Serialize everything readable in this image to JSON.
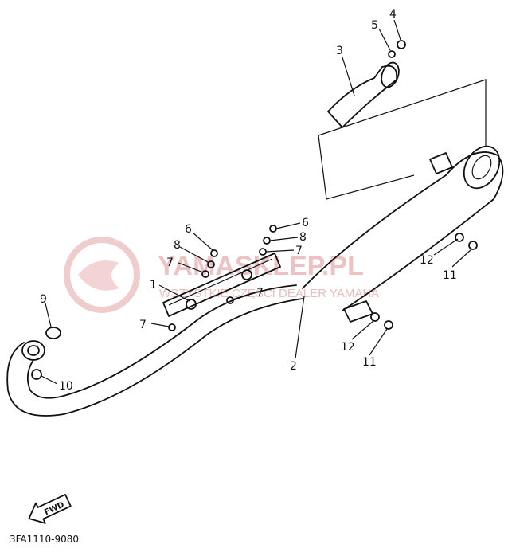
{
  "watermark": {
    "brand": "YAMASKLEP.PL",
    "tagline": "WSZYSTKIE CZĘŚCI DEALER YAMAHA",
    "color": "#e9b8b8"
  },
  "diagram": {
    "part_code": "3FA1110-9080",
    "fwd_label": "FWD",
    "callouts": [
      {
        "id": "c1",
        "text": "1"
      },
      {
        "id": "c2",
        "text": "2"
      },
      {
        "id": "c3",
        "text": "3"
      },
      {
        "id": "c4",
        "text": "4"
      },
      {
        "id": "c5",
        "text": "5"
      },
      {
        "id": "c6a",
        "text": "6"
      },
      {
        "id": "c6b",
        "text": "6"
      },
      {
        "id": "c7a",
        "text": "7"
      },
      {
        "id": "c7b",
        "text": "7"
      },
      {
        "id": "c7c",
        "text": "7"
      },
      {
        "id": "c7d",
        "text": "7"
      },
      {
        "id": "c8a",
        "text": "8"
      },
      {
        "id": "c8b",
        "text": "8"
      },
      {
        "id": "c9",
        "text": "9"
      },
      {
        "id": "c10",
        "text": "10"
      },
      {
        "id": "c11a",
        "text": "11"
      },
      {
        "id": "c11b",
        "text": "11"
      },
      {
        "id": "c12a",
        "text": "12"
      },
      {
        "id": "c12b",
        "text": "12"
      }
    ]
  }
}
